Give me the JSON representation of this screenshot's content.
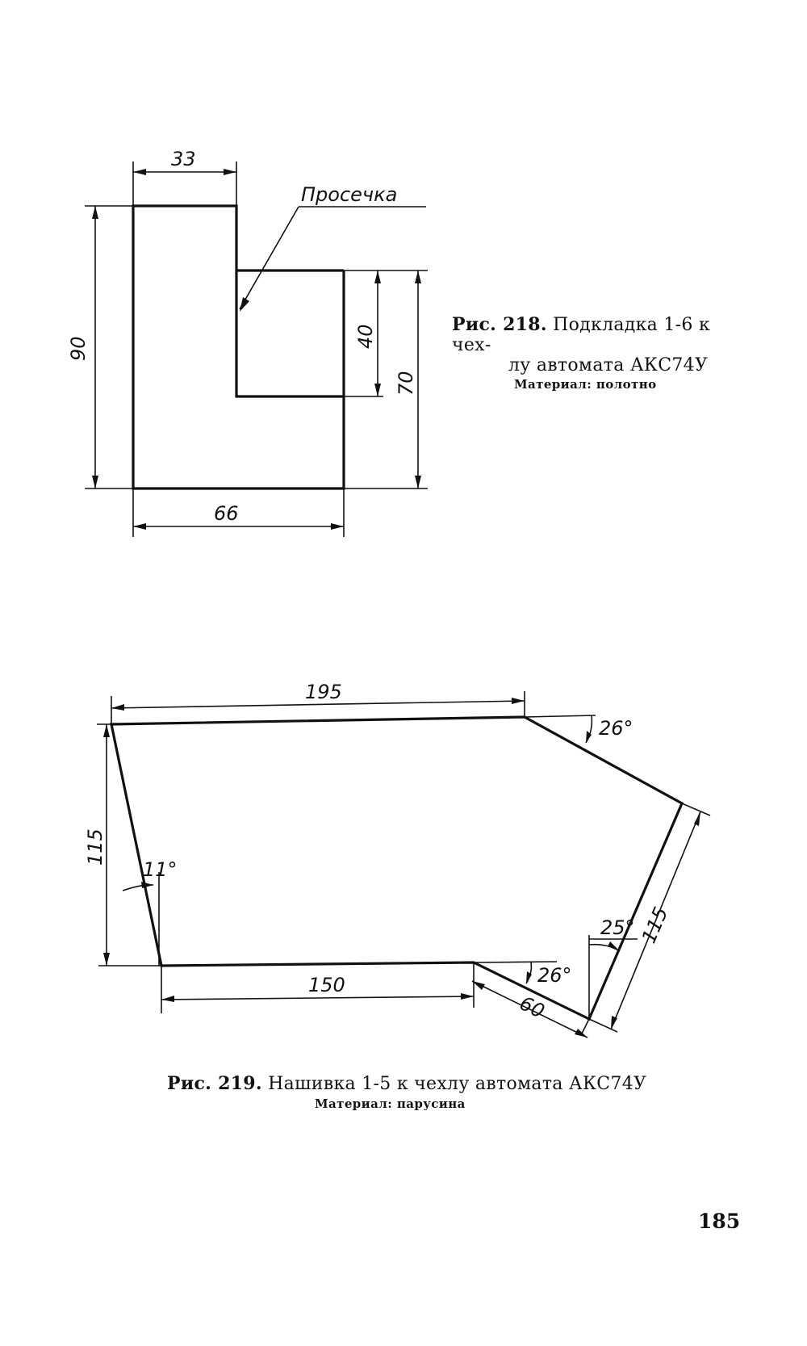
{
  "figure_218": {
    "caption_prefix": "Рис. 218.",
    "caption_line1": "Подкладка 1-6 к чех-",
    "caption_line2": "лу автомата АКС74У",
    "material": "Материал: полотно",
    "dims": {
      "top_width": "33",
      "height_left": "90",
      "notch_depth": "40",
      "height_right": "70",
      "bottom_width": "66"
    },
    "callout": "Просечка"
  },
  "figure_219": {
    "caption_prefix": "Рис. 219.",
    "caption_line1": "Нашивка 1-5 к чехлу автомата АКС74У",
    "material": "Материал: парусина",
    "dims": {
      "top_length": "195",
      "top_angle": "26°",
      "left_height": "115",
      "left_angle": "11°",
      "bottom_length": "150",
      "bottom_angle": "26°",
      "slant_length": "60",
      "right_angle": "25°",
      "right_length": "115"
    }
  },
  "page_number": "185"
}
